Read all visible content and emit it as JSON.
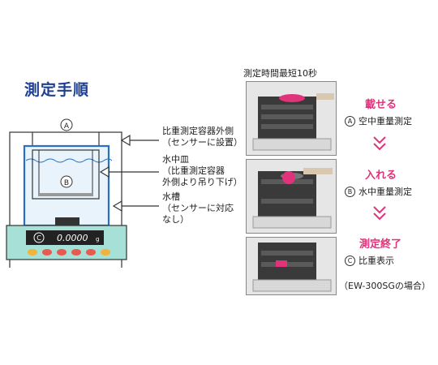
{
  "title": "測定手順",
  "diagram": {
    "marker_a": "A",
    "marker_b": "B",
    "marker_c": "C",
    "display_value": "0.0000",
    "display_unit": "g",
    "labels": [
      {
        "line1": "比重測定容器外側",
        "line2": "（センサーに設置）"
      },
      {
        "line1": "水中皿",
        "line2": "（比重測定容器",
        "line3": "外側より吊り下げ）"
      },
      {
        "line1": "水槽",
        "line2": "（センサーに対応",
        "line3": "なし）"
      }
    ]
  },
  "steps_header": "測定時間最短10秒",
  "steps": [
    {
      "title": "載せる",
      "marker": "A",
      "desc": "空中重量測定"
    },
    {
      "title": "入れる",
      "marker": "B",
      "desc": "水中重量測定"
    },
    {
      "title": "測定終了",
      "marker": "C",
      "desc": "比重表示"
    }
  ],
  "model_note": "（EW-300SGの場合）",
  "colors": {
    "title": "#1f3f8f",
    "step_title": "#e0337a",
    "tank": "#2a6fc2",
    "scale": "#a6e0d6"
  }
}
